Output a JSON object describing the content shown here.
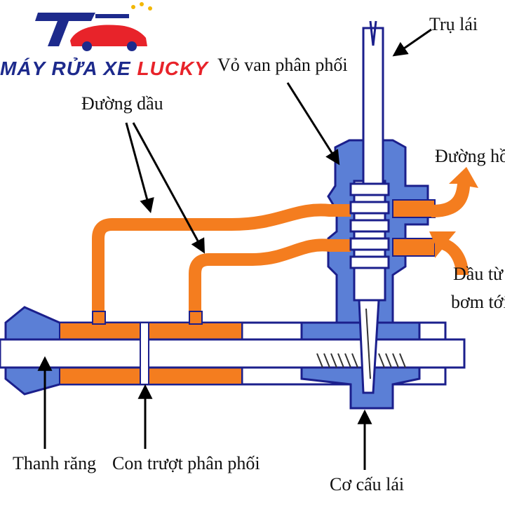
{
  "brand": {
    "name_part1": "MÁY RỬA XE ",
    "name_part2": "LUCKY",
    "logo_icon": "car-pressure-washer-logo",
    "colors": {
      "blue": "#1d2a8c",
      "red": "#e8232a",
      "star": "#f2b705"
    }
  },
  "labels": {
    "tru_lai": "Trụ lái",
    "vo_van": "Vỏ van phân phối",
    "duong_dau": "Đường dầu",
    "duong_hoi": "Đường hồi",
    "dau_tu_1": "Dầu từ",
    "dau_tu_2": "bơm tới",
    "thanh_rang": "Thanh răng",
    "con_truot": "Con trượt phân phối",
    "co_cau": "Cơ cấu lái"
  },
  "colors": {
    "oil": "#f47d1f",
    "housing": "#5b7fd6",
    "outline": "#1b1f8c",
    "rod": "#ffffff",
    "arrow": "#000000"
  }
}
